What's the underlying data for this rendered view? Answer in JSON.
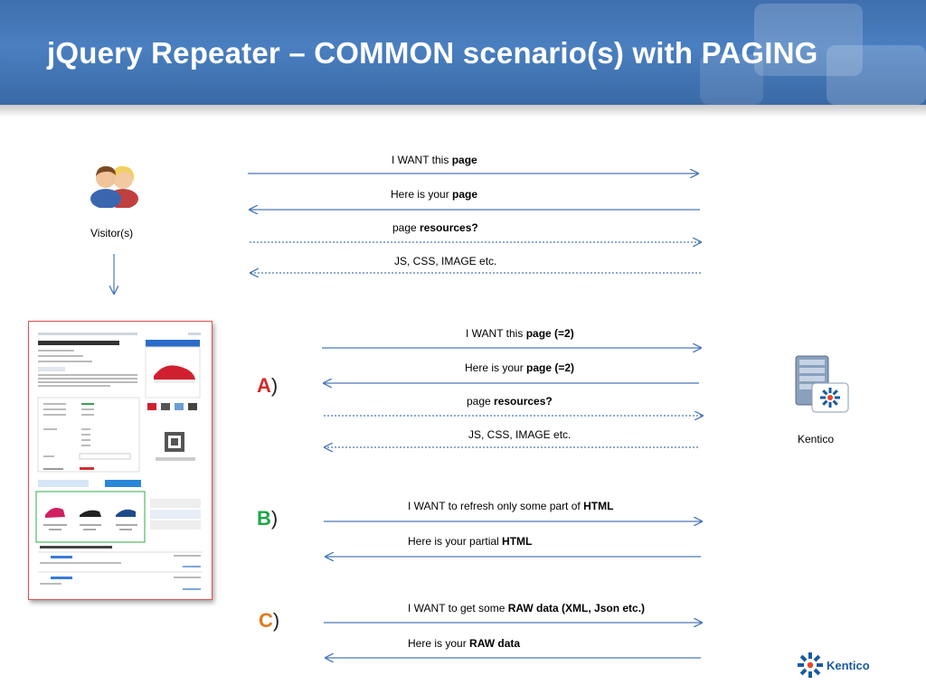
{
  "title": "jQuery Repeater – COMMON scenario(s) with PAGING",
  "visitor_label": "Visitor(s)",
  "server_label": "Kentico",
  "logo_text": "Kentico",
  "top_flow": {
    "m1": {
      "pre": "I WANT this ",
      "bold": "page"
    },
    "m2": {
      "pre": "Here is your ",
      "bold": "page"
    },
    "m3": {
      "pre": "page ",
      "bold": "resources?"
    },
    "m4": {
      "pre": "JS, CSS, IMAGE etc.",
      "bold": ""
    }
  },
  "scenario_a": {
    "letter": "A",
    "paren": ")",
    "color": "#d42a2a",
    "m1": {
      "pre": "I WANT this ",
      "bold": "page (=2)"
    },
    "m2": {
      "pre": "Here is your ",
      "bold": "page (=2)"
    },
    "m3": {
      "pre": "page ",
      "bold": "resources?"
    },
    "m4": {
      "pre": "JS, CSS, IMAGE etc.",
      "bold": ""
    }
  },
  "scenario_b": {
    "letter": "B",
    "paren": ")",
    "color": "#1fa54a",
    "m1": {
      "pre": "I WANT to refresh only some part of ",
      "bold": "HTML"
    },
    "m2": {
      "pre": "Here is your partial ",
      "bold": "HTML"
    }
  },
  "scenario_c": {
    "letter": "C",
    "paren": ")",
    "color": "#e07a1a",
    "m1": {
      "pre": "I WANT to get some ",
      "bold": "RAW data (XML, Json etc.)"
    },
    "m2": {
      "pre": "Here is your ",
      "bold": "RAW data"
    }
  },
  "colors": {
    "arrow": "#4a78b8",
    "header": "#4272b2",
    "kentico_blue": "#1a5aa0"
  }
}
